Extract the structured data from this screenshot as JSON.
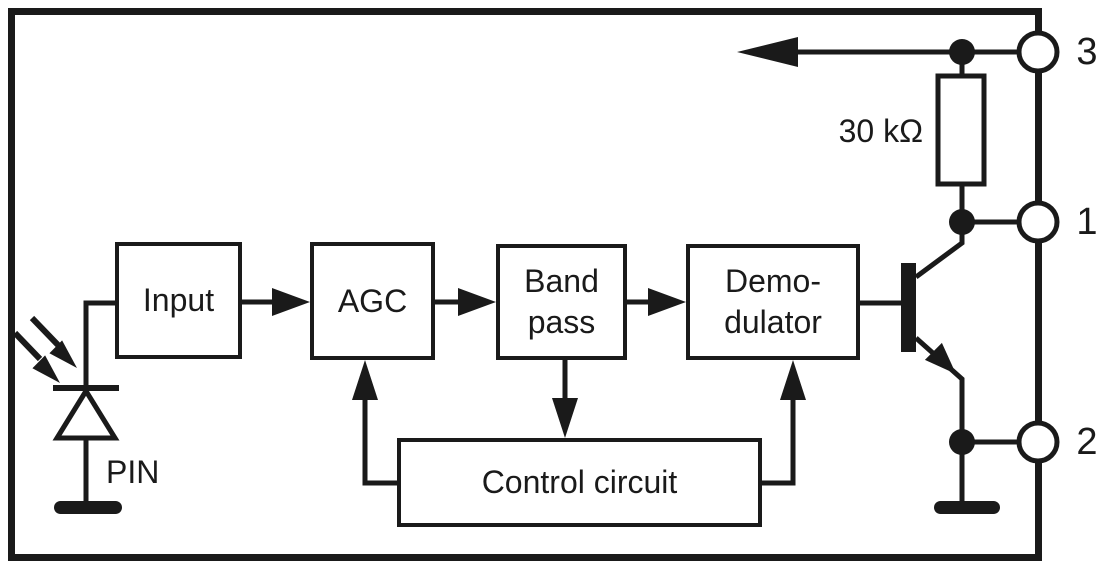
{
  "diagram": {
    "blocks": {
      "input": {
        "label": "Input"
      },
      "agc": {
        "label": "AGC"
      },
      "bandpass": {
        "line1": "Band",
        "line2": "pass"
      },
      "demodulator": {
        "line1": "Demo-",
        "line2": "dulator"
      },
      "control": {
        "label": "Control circuit"
      }
    },
    "components": {
      "photodiode": {
        "label": "PIN"
      },
      "resistor": {
        "label": "30 kΩ"
      }
    },
    "pins": {
      "top": {
        "number": "3"
      },
      "middle": {
        "number": "1"
      },
      "bottom": {
        "number": "2"
      }
    },
    "colors": {
      "line": "#1a1a1a",
      "background": "#ffffff"
    }
  }
}
